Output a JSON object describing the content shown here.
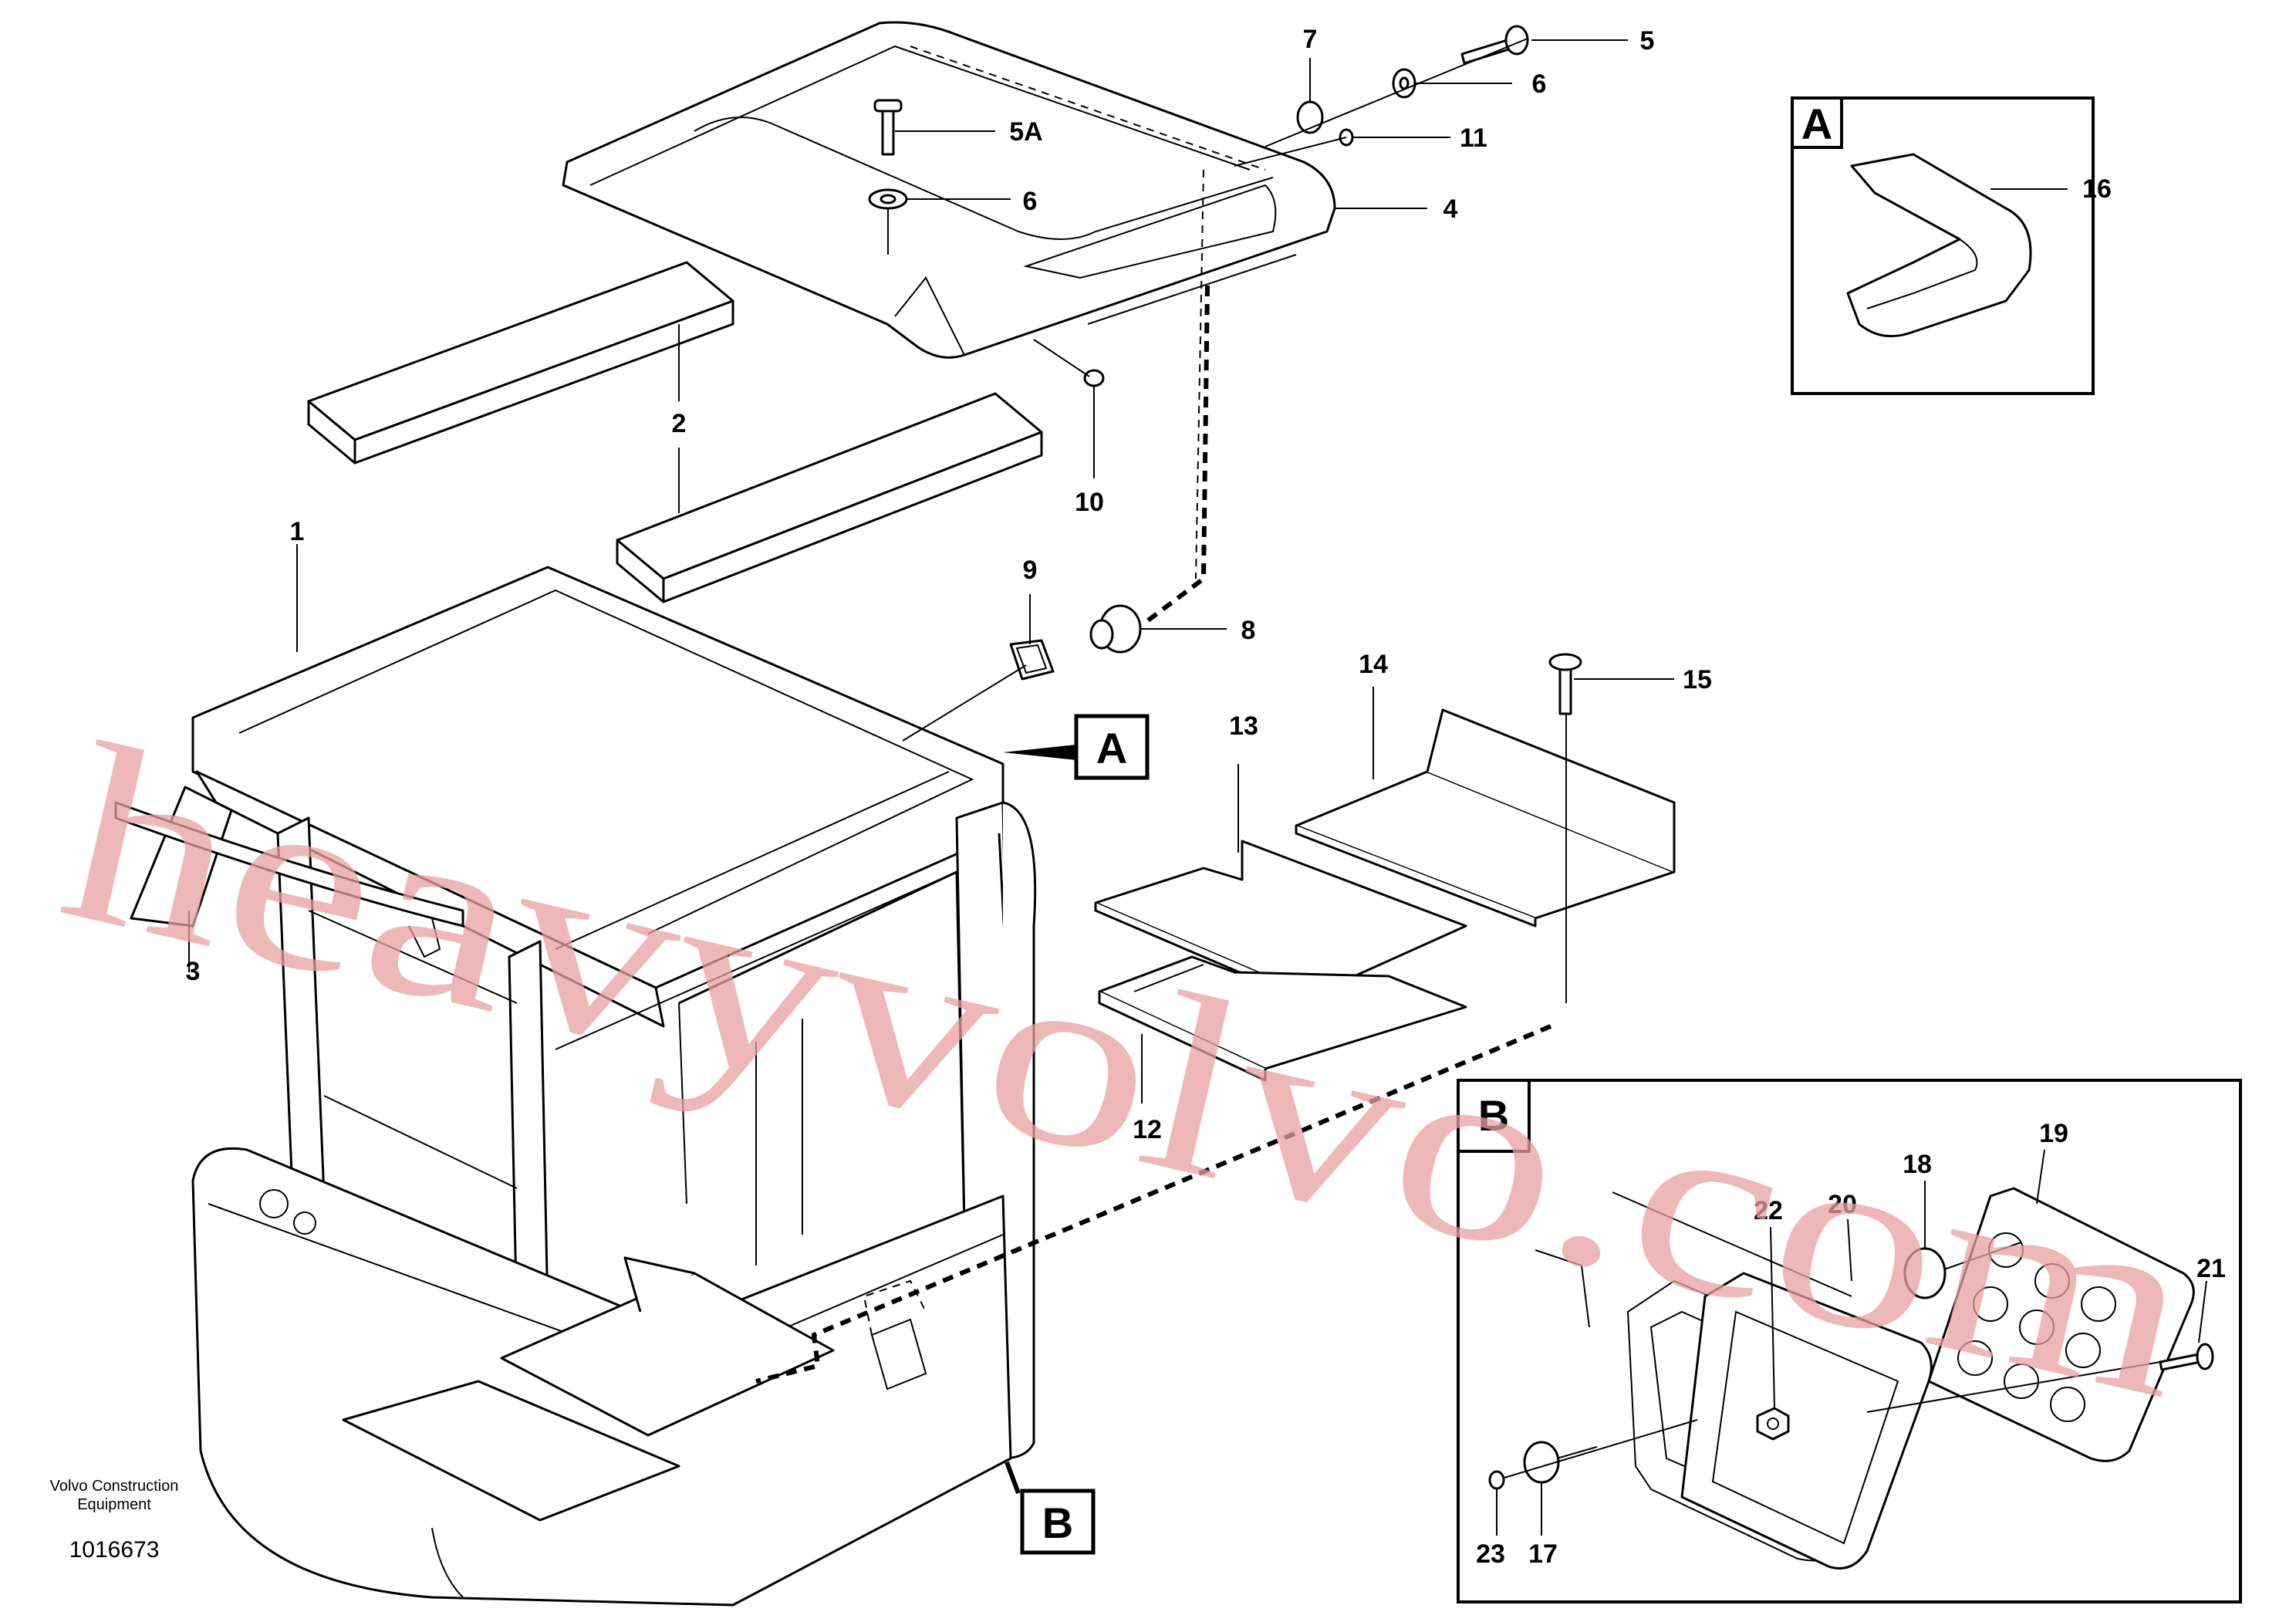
{
  "diagram": {
    "section_labels": {
      "A_pointer": "A",
      "B_pointer": "B",
      "A_detail": "A",
      "B_detail": "B"
    },
    "callouts": {
      "c1": "1",
      "c2": "2",
      "c3": "3",
      "c4": "4",
      "c5": "5",
      "c5A": "5A",
      "c6_top": "6",
      "c6_mid": "6",
      "c7": "7",
      "c8": "8",
      "c9": "9",
      "c10": "10",
      "c11": "11",
      "c12": "12",
      "c13": "13",
      "c14": "14",
      "c15": "15",
      "c16": "16",
      "c17": "17",
      "c18": "18",
      "c19": "19",
      "c20": "20",
      "c21": "21",
      "c22": "22",
      "c23": "23"
    },
    "footer": {
      "company_line1": "Volvo Construction",
      "company_line2": "Equipment",
      "drawing_number": "1016673"
    },
    "watermark": "heavyvolvo.com"
  }
}
